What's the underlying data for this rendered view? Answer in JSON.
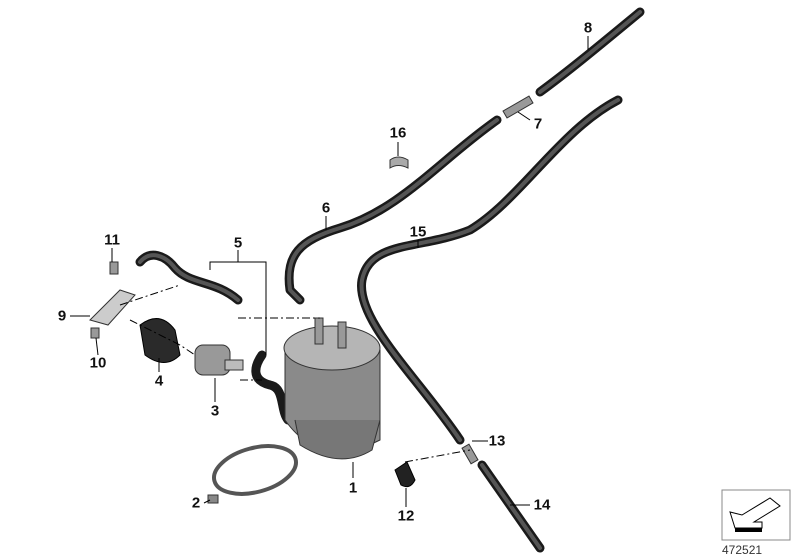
{
  "diagram": {
    "title": "Fuel tank breather / activated carbon canister parts diagram",
    "parts": [
      {
        "number": "1"
      },
      {
        "number": "2"
      },
      {
        "number": "3"
      },
      {
        "number": "4"
      },
      {
        "number": "5"
      },
      {
        "number": "6"
      },
      {
        "number": "7"
      },
      {
        "number": "8"
      },
      {
        "number": "9"
      },
      {
        "number": "10"
      },
      {
        "number": "11"
      },
      {
        "number": "12"
      },
      {
        "number": "13"
      },
      {
        "number": "14"
      },
      {
        "number": "15"
      },
      {
        "number": "16"
      }
    ],
    "reference_number": "472521",
    "colors": {
      "hose": "#1a1a1a",
      "canister": "#8a8a8a",
      "labels": "#111111"
    }
  }
}
